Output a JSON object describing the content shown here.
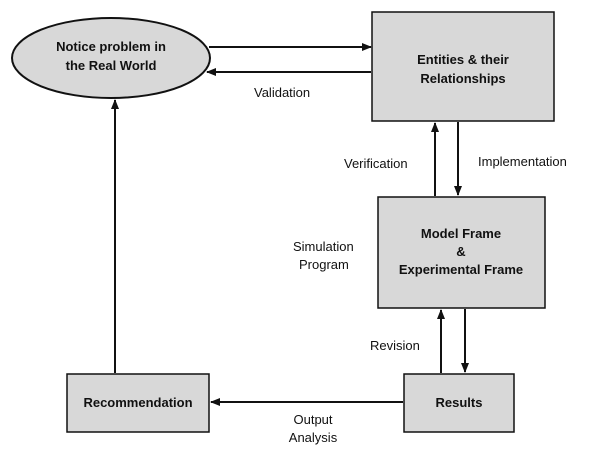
{
  "colors": {
    "box_fill": "#d8d8d8",
    "stroke": "#111111",
    "text": "#111111"
  },
  "nodes": {
    "notice": {
      "line1": "Notice problem in",
      "line2": "the Real World"
    },
    "entities": {
      "line1": "Entities & their",
      "line2": "Relationships"
    },
    "model": {
      "line1": "Model Frame",
      "line2": "&",
      "line3": "Experimental Frame"
    },
    "results": {
      "label": "Results"
    },
    "recommendation": {
      "label": "Recommendation"
    }
  },
  "edges": {
    "validation": "Validation",
    "verification": "Verification",
    "implementation": "Implementation",
    "simulation": {
      "line1": "Simulation",
      "line2": "Program"
    },
    "revision": "Revision",
    "output": {
      "line1": "Output",
      "line2": "Analysis"
    }
  }
}
